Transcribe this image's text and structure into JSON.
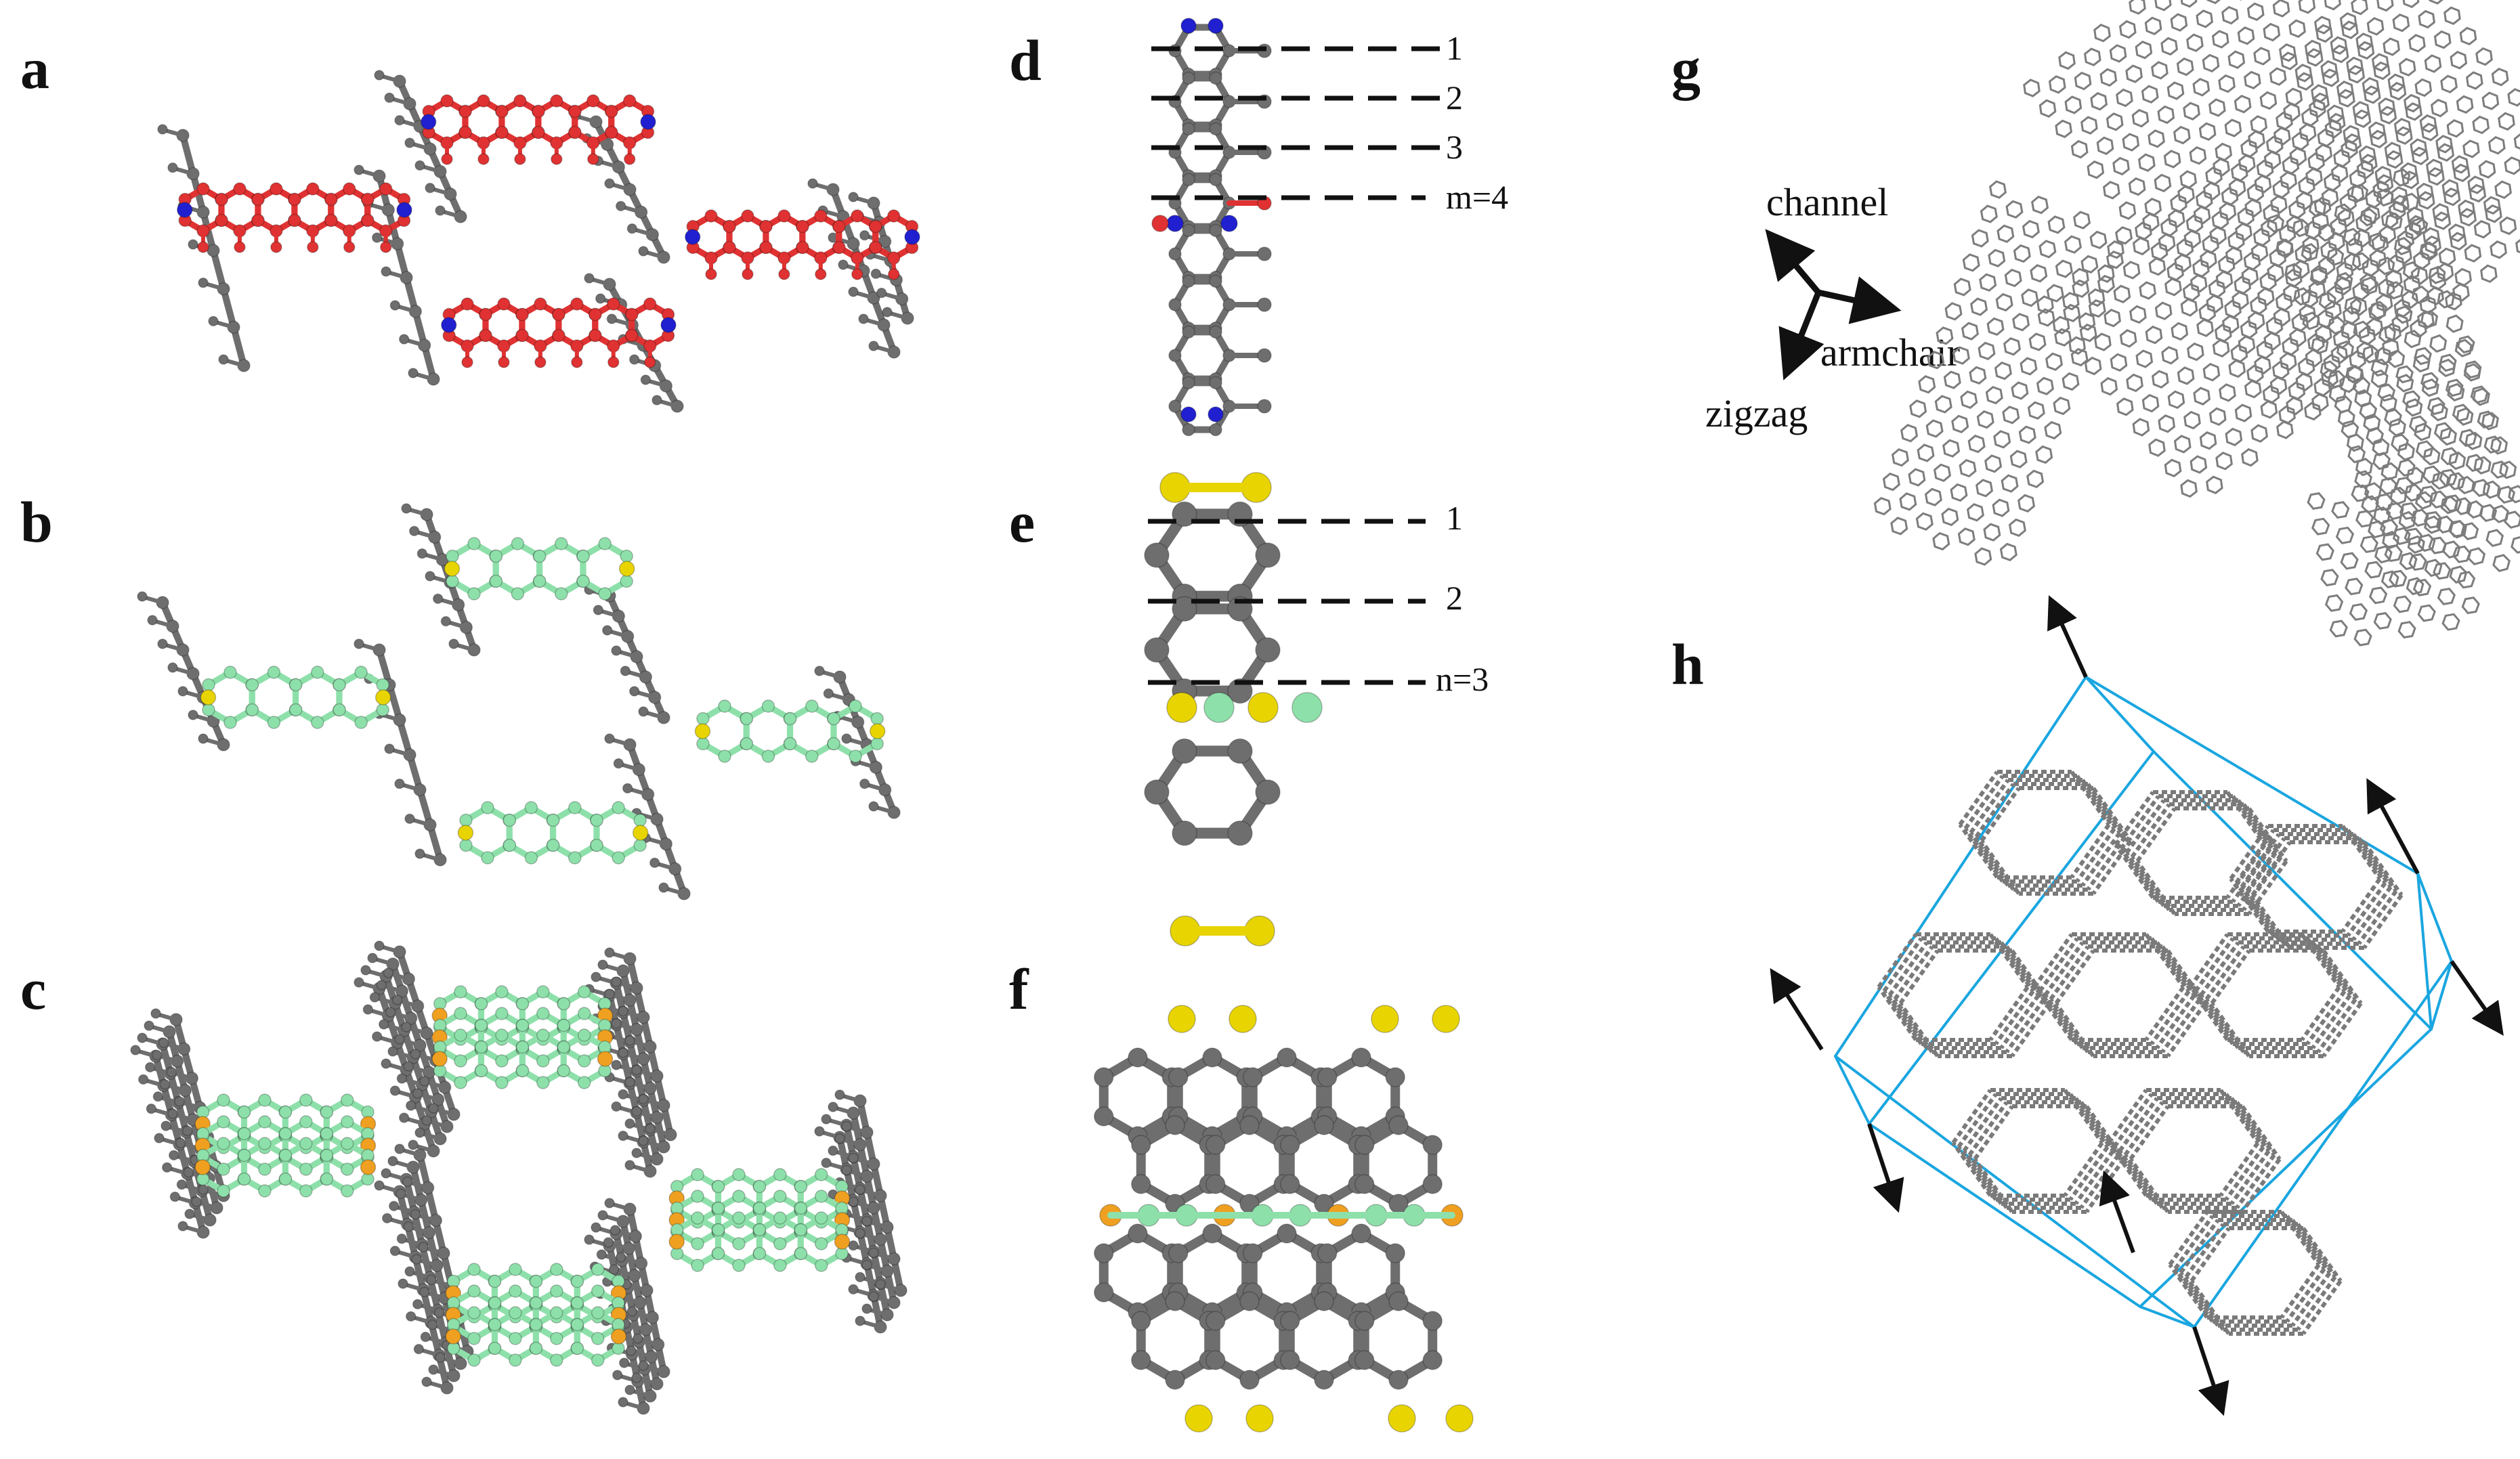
{
  "panel_labels": [
    "a",
    "b",
    "c",
    "d",
    "e",
    "f",
    "g",
    "h"
  ],
  "cut_labels_d": [
    "1",
    "2",
    "3",
    "m=4"
  ],
  "cut_labels_e": [
    "1",
    "2",
    "n=3"
  ],
  "axis_labels_g": {
    "channel": "channel",
    "armchair": "armchair",
    "zigzag": "zigzag"
  },
  "colors": {
    "carbon": "#6e6e6e",
    "red_ribbon": "#e03232",
    "blue_N": "#2020d0",
    "green_ribbon": "#8ee0aa",
    "yellow": "#e8d400",
    "orange": "#f0a020",
    "cell_edge": "#1aa6e0",
    "arrow": "#111111"
  }
}
